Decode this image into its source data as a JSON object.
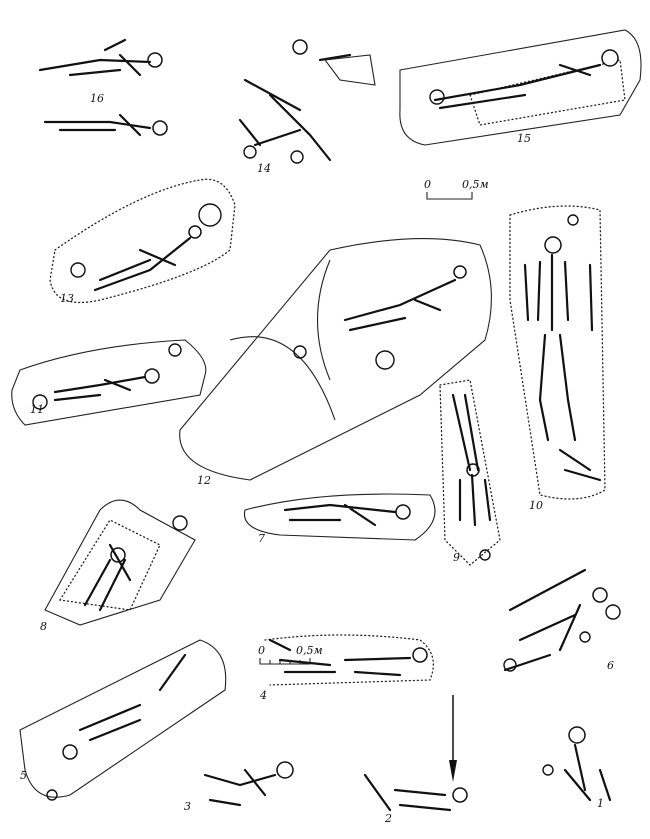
{
  "figure": {
    "burial_labels": [
      "1",
      "2",
      "3",
      "4",
      "5",
      "6",
      "7",
      "8",
      "9",
      "10",
      "11",
      "12",
      "13",
      "14",
      "15",
      "16"
    ],
    "scale_bars": [
      {
        "start": "0",
        "end": "0,5м"
      },
      {
        "start": "0",
        "end": "0,5м"
      }
    ],
    "north_arrow": "arrow"
  }
}
